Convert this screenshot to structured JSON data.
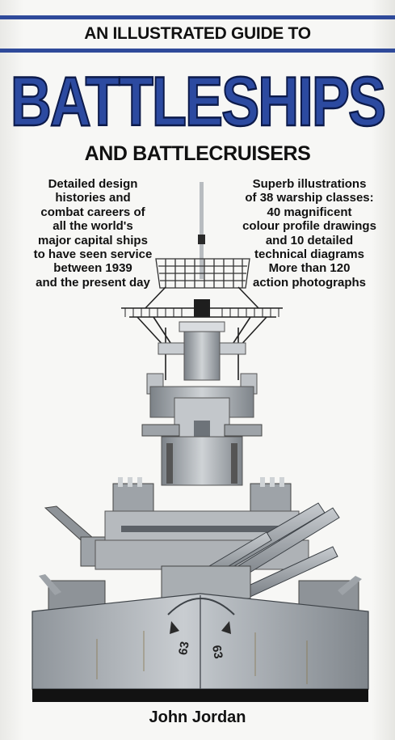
{
  "cover": {
    "series_title": "AN ILLUSTRATED GUIDE TO",
    "title": "BATTLESHIPS",
    "subtitle": "AND BATTLECRUISERS",
    "blurb_left": [
      "Detailed design",
      "histories and",
      "combat careers of",
      "all the world's",
      "major capital ships",
      "to have seen service",
      "between 1939",
      "and the present day"
    ],
    "blurb_right": [
      "Superb illustrations",
      "of 38 warship classes:",
      "40 magnificent",
      "colour profile drawings",
      "and 10 detailed",
      "technical diagrams",
      "More than 120",
      "action photographs"
    ],
    "hull_number": "63",
    "author": "John Jordan"
  },
  "colors": {
    "title_blue": "#2c4aa0",
    "rule_blue": "#2f4a9a",
    "ink": "#111111",
    "ship_grey": "#9ea3a8"
  }
}
